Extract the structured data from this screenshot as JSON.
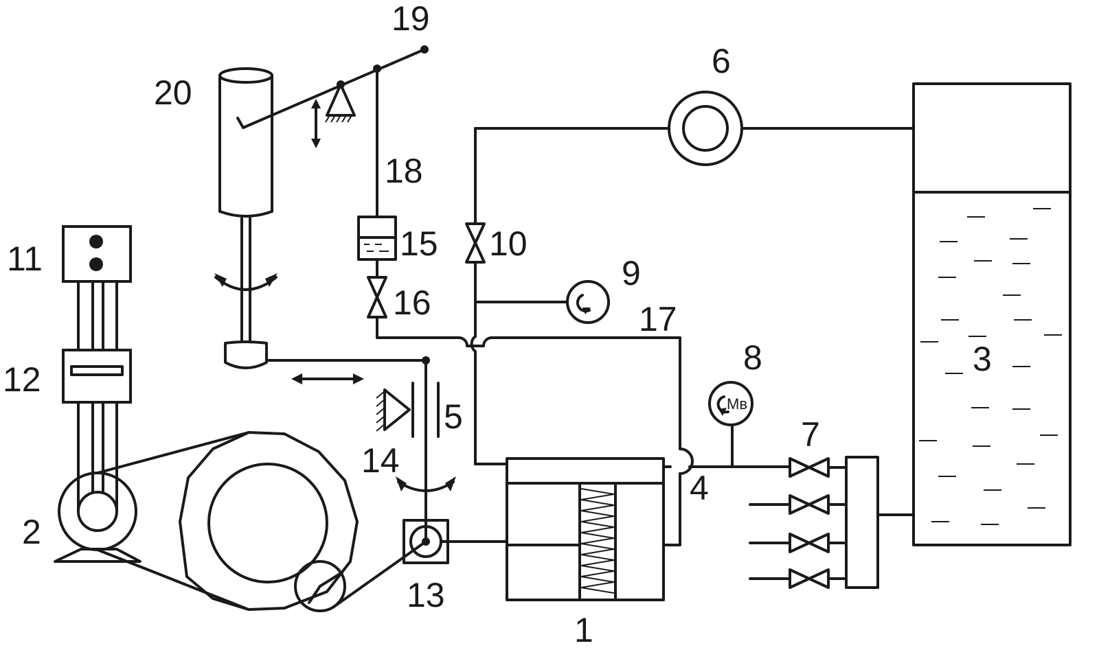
{
  "labels": {
    "n1": "1",
    "n2": "2",
    "n3": "3",
    "n4": "4",
    "n5": "5",
    "n6": "6",
    "n7": "7",
    "n8": "8",
    "n9": "9",
    "n10": "10",
    "n11": "11",
    "n12": "12",
    "n13": "13",
    "n14": "14",
    "n15": "15",
    "n16": "16",
    "n17": "17",
    "n18": "18",
    "n19": "19",
    "n20": "20"
  },
  "gauge_8_text": "Мв"
}
